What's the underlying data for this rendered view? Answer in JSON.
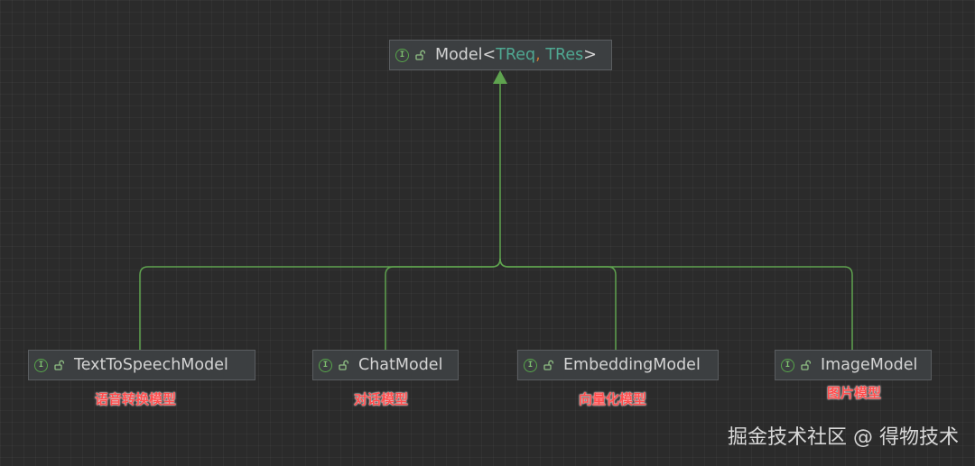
{
  "diagram": {
    "parent": {
      "name": "Model",
      "open": "<",
      "type_param_1": "TReq",
      "separator": ",",
      "type_param_2": "TRes",
      "close": ">",
      "badge": "I"
    },
    "children": [
      {
        "name": "TextToSpeechModel",
        "caption": "语音转换模型",
        "badge": "I"
      },
      {
        "name": "ChatModel",
        "caption": "对话模型",
        "badge": "I"
      },
      {
        "name": "EmbeddingModel",
        "caption": "向量化模型",
        "badge": "I"
      },
      {
        "name": "ImageModel",
        "caption": "图片模型",
        "badge": "I"
      }
    ],
    "colors": {
      "background": "#2b2b2b",
      "node_fill": "#3c3f41",
      "edge": "#5fa34f",
      "interface_badge": "#57a64a",
      "type_param": "#4fa892",
      "caption": "#ff4d4d"
    }
  },
  "icons": {
    "interface": "interface-badge-icon",
    "access": "unlocked-icon"
  },
  "watermark": "掘金技术社区 @ 得物技术"
}
